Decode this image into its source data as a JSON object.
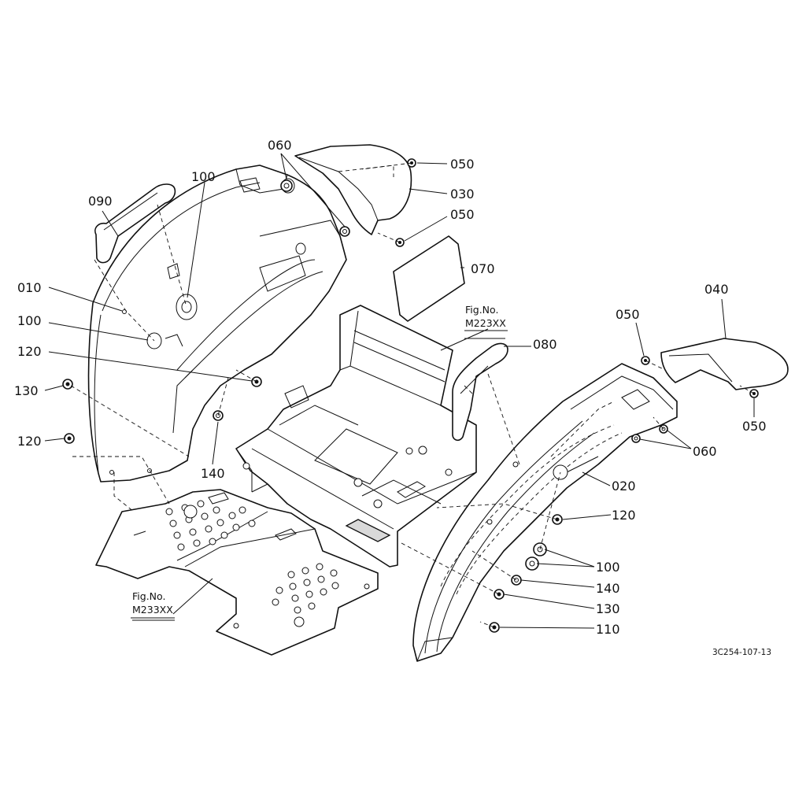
{
  "callouts": [
    {
      "id": "060a",
      "text": "060"
    },
    {
      "id": "050a",
      "text": "050"
    },
    {
      "id": "030",
      "text": "030"
    },
    {
      "id": "050b",
      "text": "050"
    },
    {
      "id": "100a",
      "text": "100"
    },
    {
      "id": "090",
      "text": "090"
    },
    {
      "id": "070",
      "text": "070"
    },
    {
      "id": "010",
      "text": "010"
    },
    {
      "id": "100b",
      "text": "100"
    },
    {
      "id": "120a",
      "text": "120"
    },
    {
      "id": "130a",
      "text": "130"
    },
    {
      "id": "120b",
      "text": "120"
    },
    {
      "id": "140a",
      "text": "140"
    },
    {
      "id": "040",
      "text": "040"
    },
    {
      "id": "050c",
      "text": "050"
    },
    {
      "id": "080",
      "text": "080"
    },
    {
      "id": "050d",
      "text": "050"
    },
    {
      "id": "060b",
      "text": "060"
    },
    {
      "id": "020",
      "text": "020"
    },
    {
      "id": "120c",
      "text": "120"
    },
    {
      "id": "100c",
      "text": "100"
    },
    {
      "id": "140b",
      "text": "140"
    },
    {
      "id": "130b",
      "text": "130"
    },
    {
      "id": "110",
      "text": "110"
    }
  ],
  "figure_refs": [
    {
      "line1": "Fig.No.",
      "line2": "M223XX"
    },
    {
      "line1": "Fig.No.",
      "line2": "M233XX"
    }
  ],
  "drawing_code": "3C254-107-13"
}
